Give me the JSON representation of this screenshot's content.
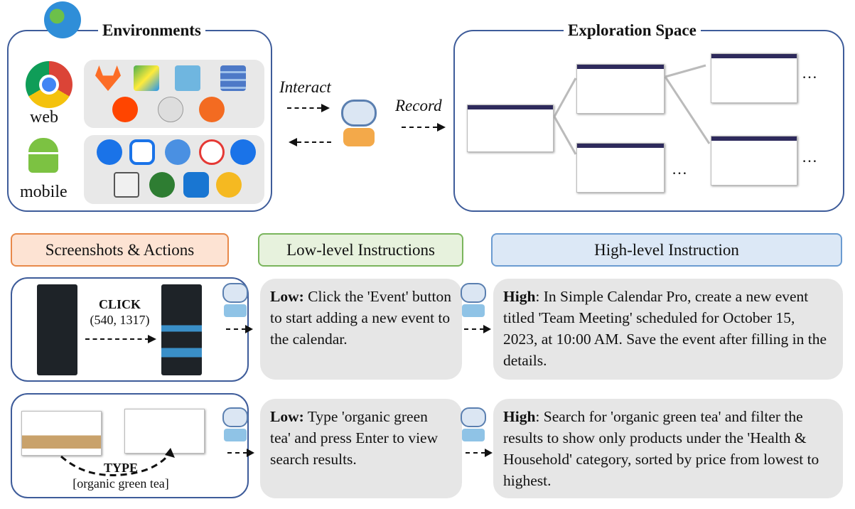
{
  "environments": {
    "title": "Environments",
    "web_label": "web",
    "mobile_label": "mobile",
    "web_apps": [
      "gitlab-icon",
      "maps-icon",
      "shopping-icon",
      "forum-icon",
      "reddit-icon",
      "wikipedia-icon",
      "calendar-icon"
    ],
    "mobile_apps": [
      "contacts-icon",
      "messages-icon",
      "camera-icon",
      "recorder-icon",
      "settings-icon",
      "markor-icon",
      "tree-icon",
      "joplin-icon",
      "osmand-icon"
    ]
  },
  "flow": {
    "interact": "Interact",
    "record": "Record"
  },
  "exploration": {
    "title": "Exploration Space",
    "ellipsis": "…"
  },
  "headers": {
    "screens": "Screenshots & Actions",
    "low": "Low-level Instructions",
    "high": "High-level Instruction"
  },
  "colors": {
    "frame": "#3e5c9a",
    "screens_border": "#e8894a",
    "screens_fill": "#fde3d3",
    "low_border": "#7ab55c",
    "low_fill": "#e7f2dd",
    "high_border": "#6b9bd1",
    "high_fill": "#dce8f6"
  },
  "rows": [
    {
      "action": "CLICK",
      "arg": "(540, 1317)",
      "low_prefix": "Low:",
      "low": " Click the 'Event' button to start adding a new event to the calendar.",
      "high_prefix": "High",
      "high": ": In Simple Calendar Pro, create a new event titled 'Team Meeting' scheduled for October 15, 2023, at 10:00 AM. Save the event after filling in the details."
    },
    {
      "action": "TYPE",
      "arg": "[organic green tea]",
      "low_prefix": "Low:",
      "low": " Type 'organic green tea' and press Enter to view search results.",
      "high_prefix": "High",
      "high": ": Search for 'organic green tea' and filter the results to show only products under the 'Health & Household' category, sorted by price from lowest to highest."
    }
  ]
}
